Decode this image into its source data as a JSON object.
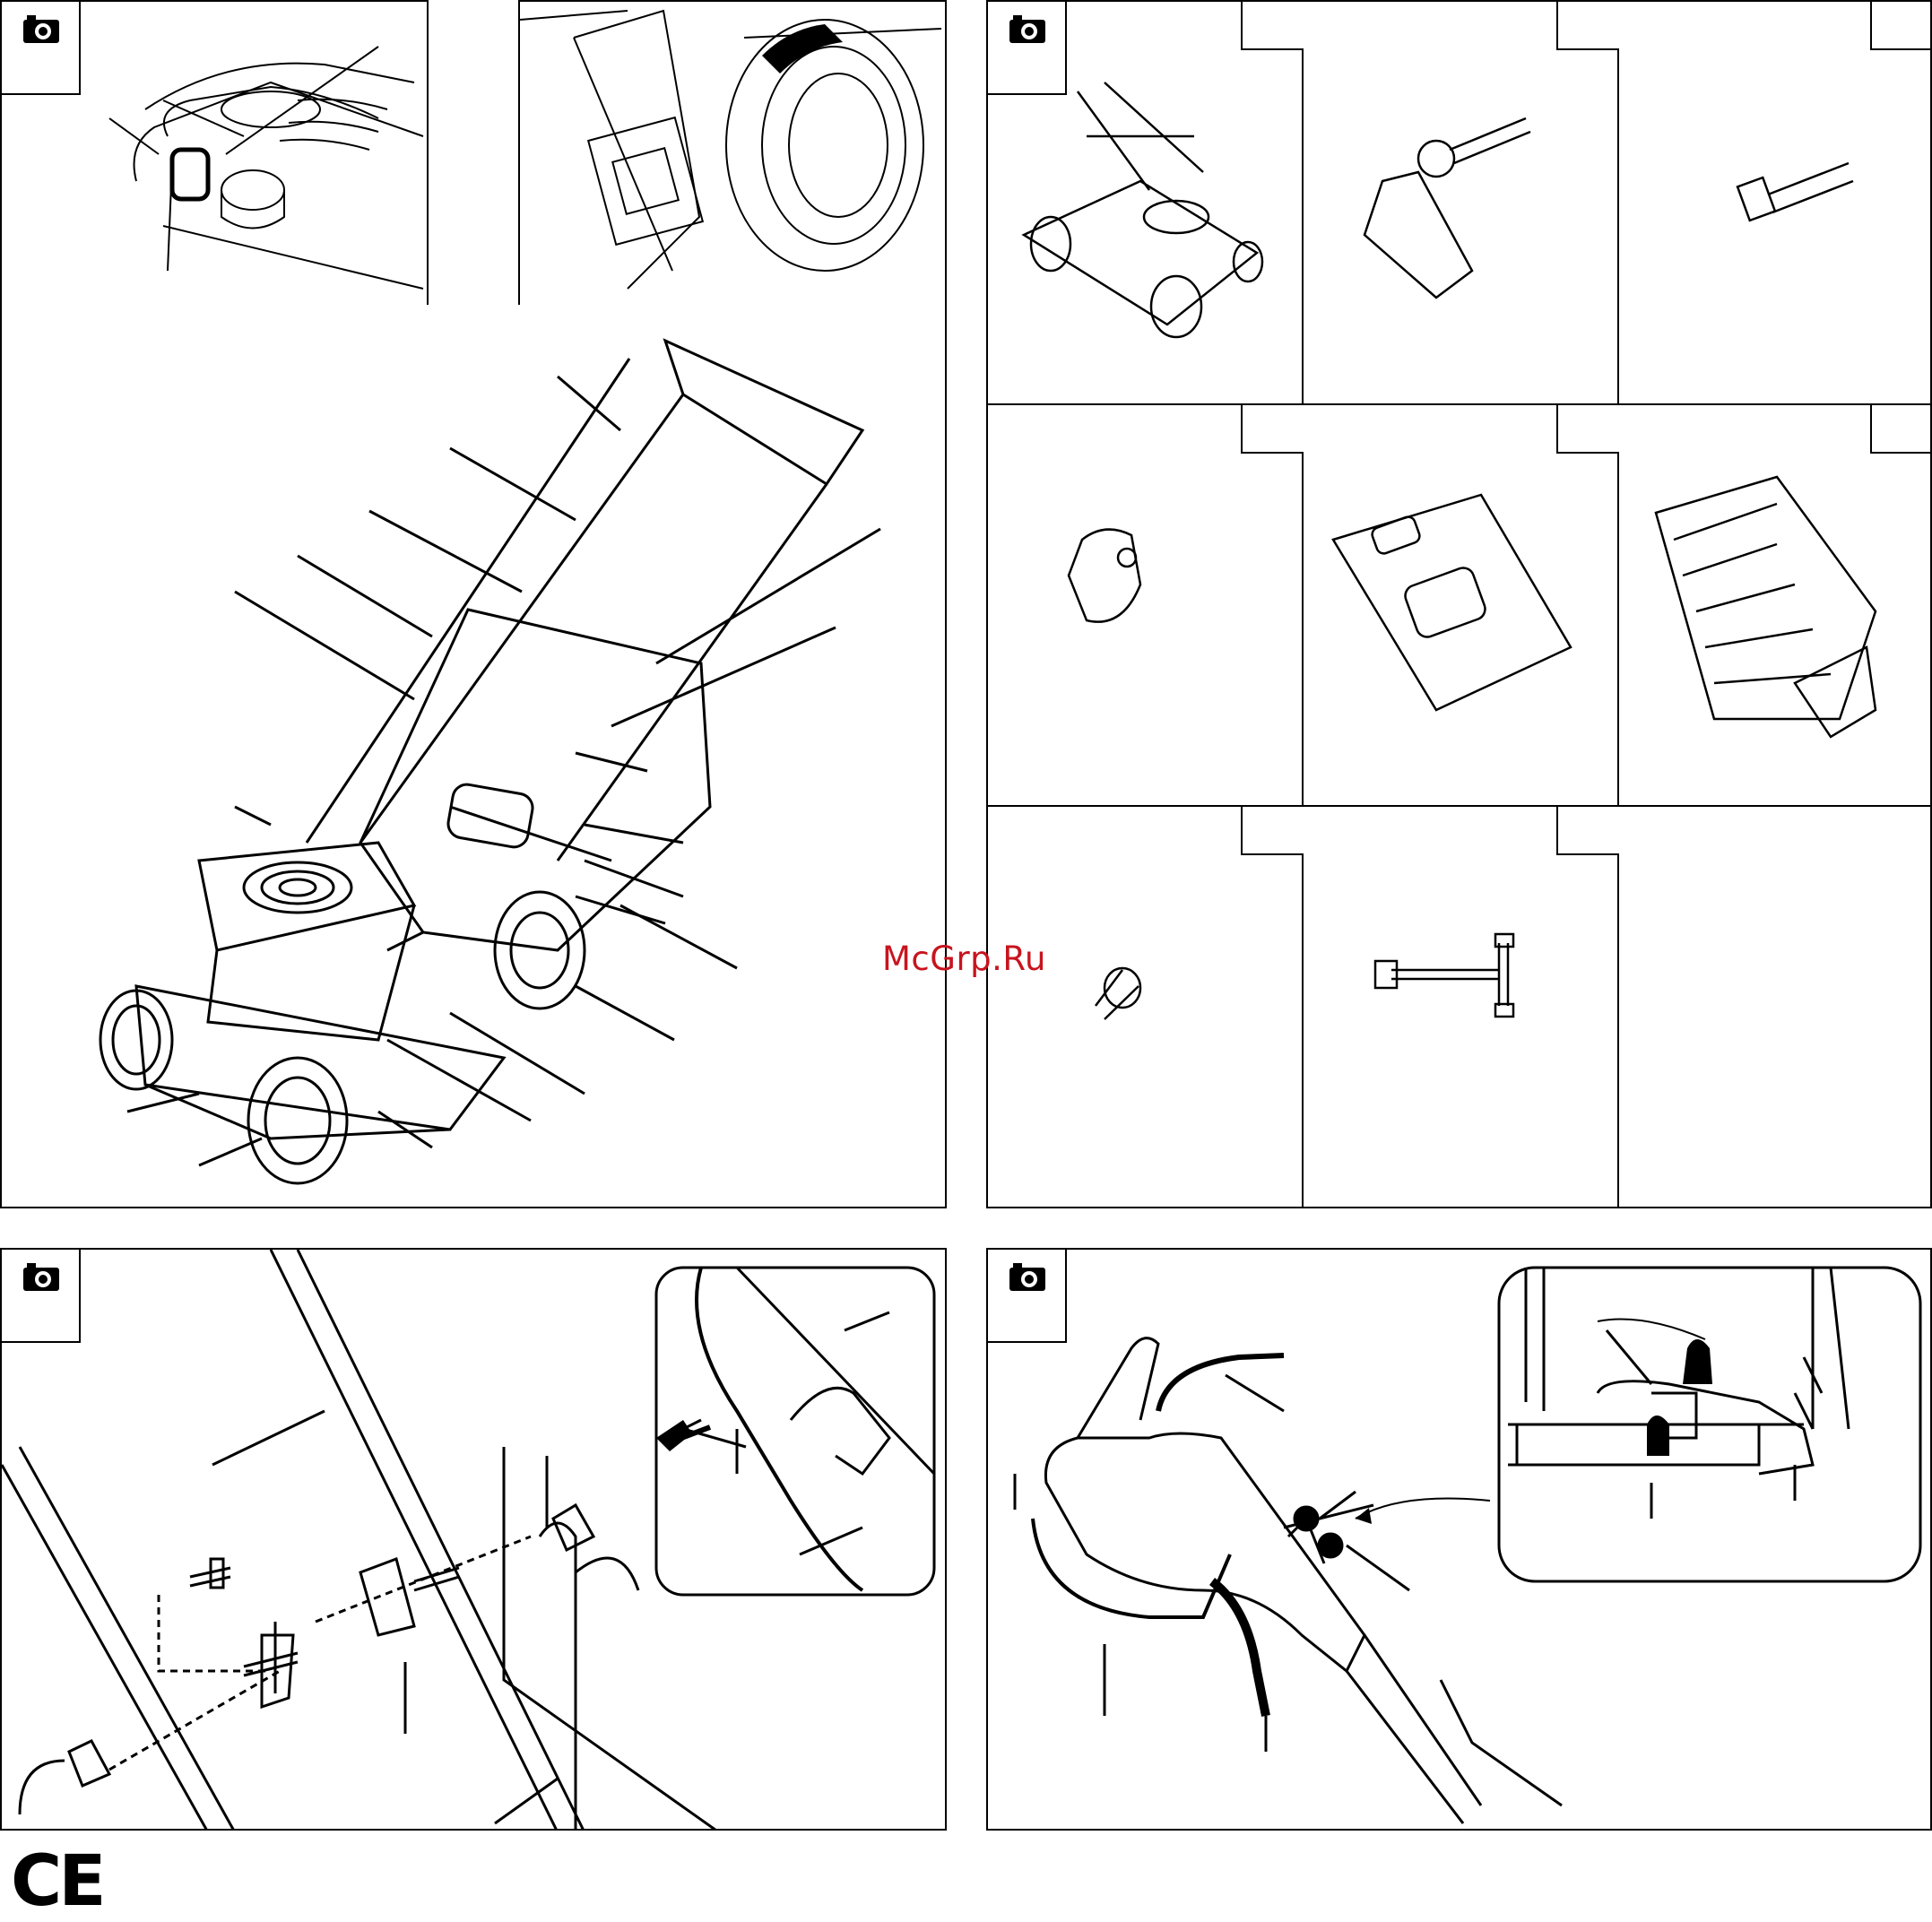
{
  "watermark": {
    "text": "McGrp.Ru",
    "color": "#c8141e"
  },
  "ce_mark": {
    "text": "CE"
  },
  "icons": {
    "camera": "camera-icon",
    "arrow": "curved-arrow-icon"
  },
  "panels": [
    {
      "name": "engine-closeup-panel",
      "icon": "camera-icon"
    },
    {
      "name": "grass-bag-latch-panel",
      "icon": "camera-icon"
    },
    {
      "name": "mower-overview-panel",
      "icon": ""
    },
    {
      "name": "parts-list-panel",
      "icon": "camera-icon"
    },
    {
      "name": "handle-assembly-panel",
      "icon": "camera-icon"
    },
    {
      "name": "handle-controls-panel",
      "icon": "camera-icon"
    }
  ]
}
